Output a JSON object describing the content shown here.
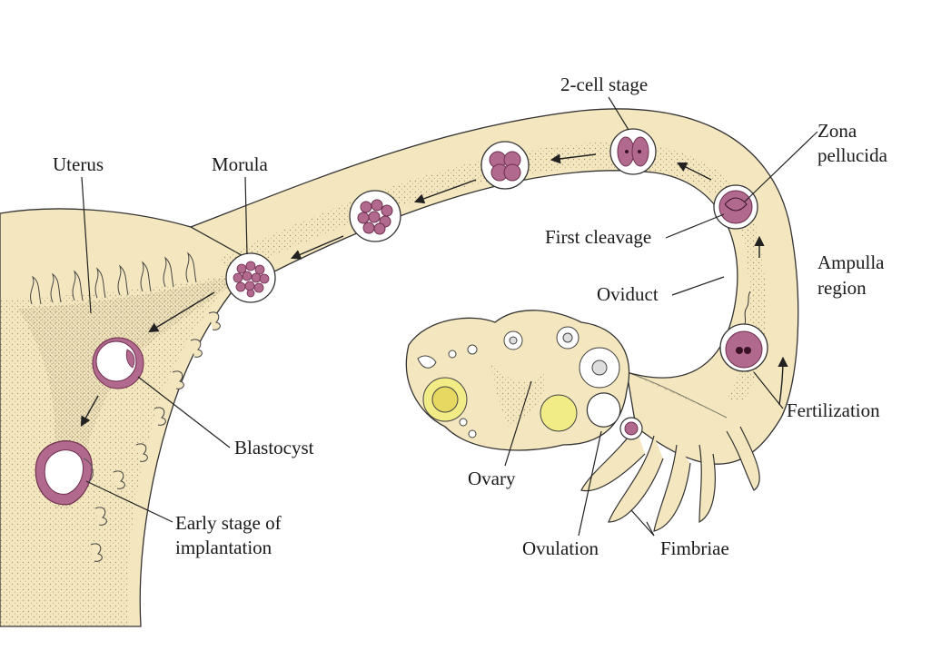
{
  "labels": {
    "uterus": "Uterus",
    "morula": "Morula",
    "two_cell": "2-cell stage",
    "zona_line1": "Zona",
    "zona_line2": "pellucida",
    "first_cleavage": "First cleavage",
    "ampulla_line1": "Ampulla",
    "ampulla_line2": "region",
    "oviduct": "Oviduct",
    "fertilization": "Fertilization",
    "blastocyst": "Blastocyst",
    "implant_line1": "Early stage of",
    "implant_line2": "implantation",
    "ovary": "Ovary",
    "ovulation": "Ovulation",
    "fimbriae": "Fimbriae"
  },
  "colors": {
    "tissue": "#f4e7bf",
    "tissue_dark": "#c9b684",
    "shading": "#9a8a66",
    "cell": "#b2698e",
    "cell_dark": "#6e2f4e",
    "follicle": "#f2ec86"
  }
}
